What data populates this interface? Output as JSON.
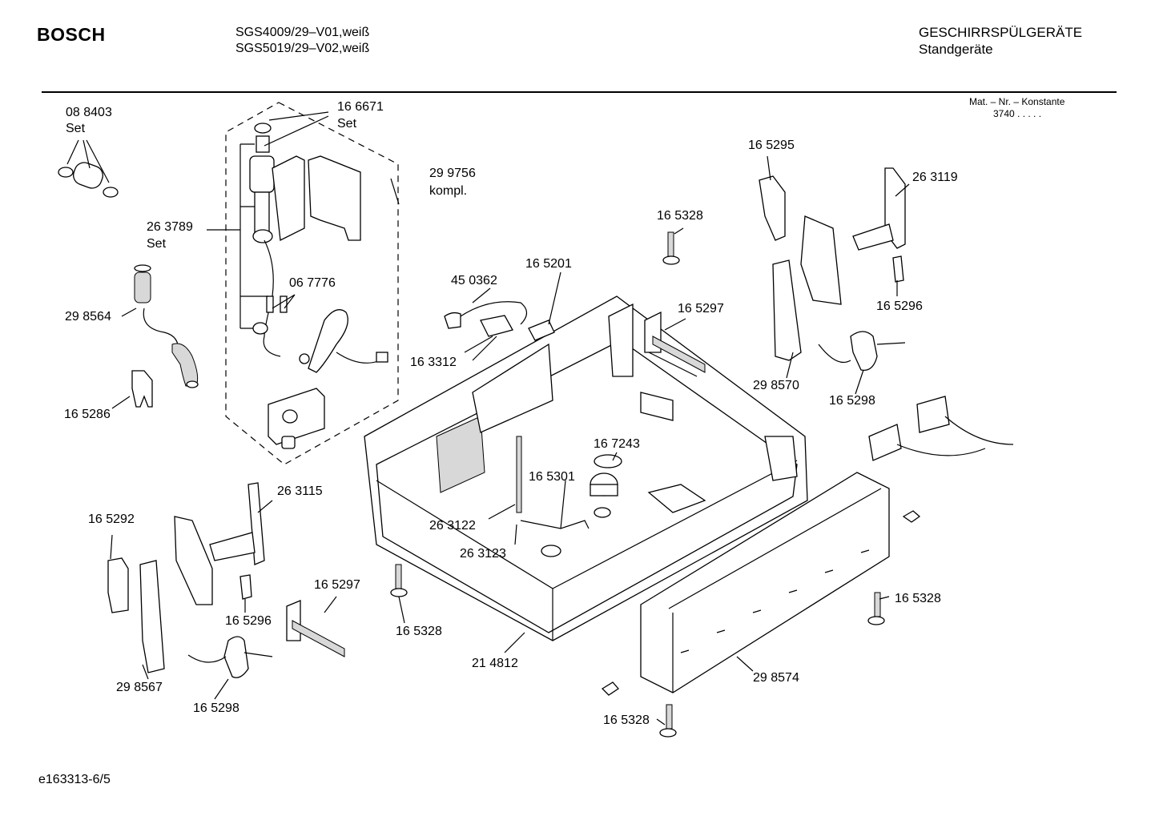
{
  "header": {
    "brand": "BOSCH",
    "models": [
      "SGS4009/29–V01,weiß",
      "SGS5019/29–V02,weiß"
    ],
    "category": "GESCHIRRSPÜLGERÄTE",
    "subcategory": "Standgeräte",
    "mat_nr_label": "Mat. – Nr. – Konstante",
    "mat_nr_value": "3740  .  .  .  .  ."
  },
  "footer": {
    "doc_id": "e163313-6/5"
  },
  "parts": [
    {
      "number": "08 8403",
      "note": "Set"
    },
    {
      "number": "16 6671",
      "note": "Set"
    },
    {
      "number": "29 9756",
      "note": "kompl."
    },
    {
      "number": "26 3789",
      "note": "Set"
    },
    {
      "number": "06 7776"
    },
    {
      "number": "29 8564"
    },
    {
      "number": "16 5286"
    },
    {
      "number": "16 5295"
    },
    {
      "number": "26 3119"
    },
    {
      "number": "16 5328"
    },
    {
      "number": "45 0362"
    },
    {
      "number": "16 5201"
    },
    {
      "number": "16 5297"
    },
    {
      "number": "16 3312"
    },
    {
      "number": "16 5296"
    },
    {
      "number": "29 8570"
    },
    {
      "number": "16 5298"
    },
    {
      "number": "16 7243"
    },
    {
      "number": "26 3115"
    },
    {
      "number": "16 5292"
    },
    {
      "number": "16 5301"
    },
    {
      "number": "26 3122"
    },
    {
      "number": "26 3123"
    },
    {
      "number": "16 5297"
    },
    {
      "number": "16 5296"
    },
    {
      "number": "16 5328"
    },
    {
      "number": "16 5328"
    },
    {
      "number": "29 8567"
    },
    {
      "number": "16 5298"
    },
    {
      "number": "21 4812"
    },
    {
      "number": "29 8574"
    },
    {
      "number": "16 5328"
    }
  ]
}
